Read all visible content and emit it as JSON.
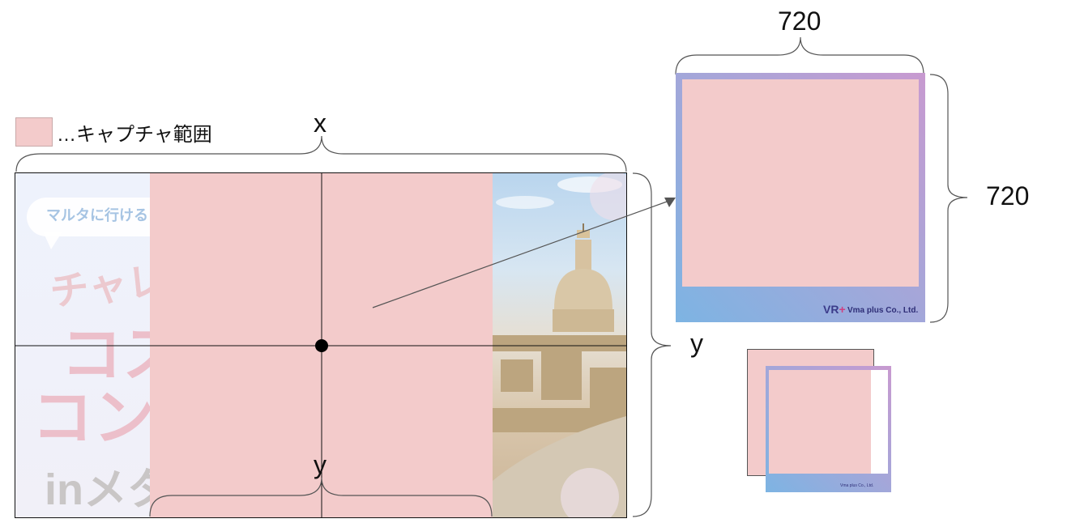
{
  "legend": {
    "text": "…キャプチャ範囲",
    "swatch_color": "#f3cbcb"
  },
  "dimensions": {
    "source_width": "x",
    "source_height": "y",
    "capture_width": "y",
    "output_width": "720",
    "output_height": "720"
  },
  "background_image": {
    "bubble_text": "マルタに行ける",
    "line1": "チャレ",
    "line2": "コス",
    "line3": "コン",
    "line4": "inメタ"
  },
  "output_frame": {
    "logo_text": "Vma plus Co., Ltd.",
    "small_logo_text": "Vma plus Co., Ltd."
  },
  "colors": {
    "capture_fill": "#f3cbcb",
    "frame_gradient_start": "#7db4e3",
    "frame_gradient_end": "#c89ad0",
    "line": "#111111",
    "brace": "#555555"
  }
}
